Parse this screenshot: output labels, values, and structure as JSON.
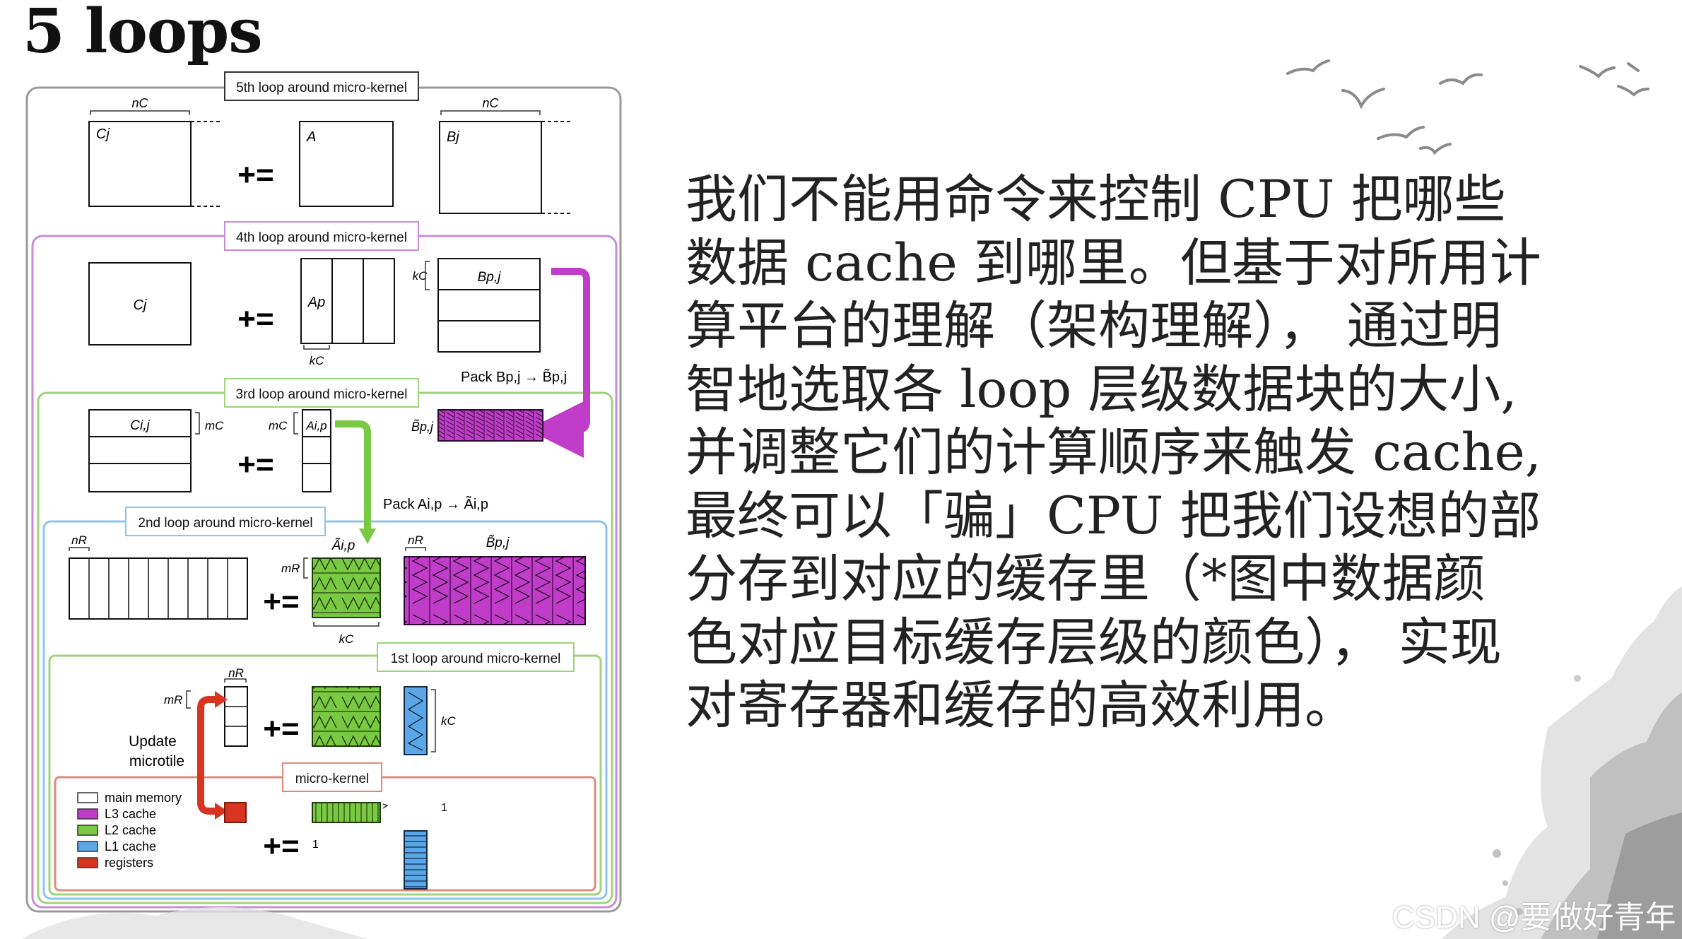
{
  "title": "5 loops",
  "paragraph_lines": [
    "我们不能用命令来控制 CPU 把哪些",
    "数据 cache 到哪里。但基于对所用计",
    "算平台的理解（架构理解）， 通过明",
    "智地选取各 loop 层级数据块的大小,",
    "并调整它们的计算顺序来触发 cache,",
    "最终可以「骗」CPU 把我们设想的部",
    "分存到对应的缓存里（*图中数据颜",
    "色对应目标缓存层级的颜色）， 实现",
    "对寄存器和缓存的高效利用。"
  ],
  "watermark": "CSDN @要做好青年",
  "diagram": {
    "loop5_label": "5th loop around micro-kernel",
    "loop4_label": "4th loop around micro-kernel",
    "loop3_label": "3rd loop around micro-kernel",
    "loop2_label": "2nd loop around micro-kernel",
    "loop1_label": "1st loop around micro-kernel",
    "microkernel_label": "micro-kernel",
    "plus_eq": "+=",
    "nc": "nC",
    "kc": "kC",
    "mc": "mC",
    "nr": "nR",
    "mr": "mR",
    "Cj": "Cj",
    "A": "A",
    "Bj": "Bj",
    "Ap": "Ap",
    "Bpj": "Bp,j",
    "Cij": "Ci,j",
    "Aip": "Ai,p",
    "Btilde": "B̃p,j",
    "Atilde": "Ãi,p",
    "pack_b": "Pack Bp,j → B̃p,j",
    "pack_a": "Pack Ai,p → Ãi,p",
    "update_line1": "Update",
    "update_line2": "microtile",
    "one": "1",
    "legend": [
      {
        "label": "main memory",
        "color": "#ffffff"
      },
      {
        "label": "L3 cache",
        "color": "#c13dc9"
      },
      {
        "label": "L2 cache",
        "color": "#7ac943"
      },
      {
        "label": "L1 cache",
        "color": "#5ba7e6"
      },
      {
        "label": "registers",
        "color": "#d9341f"
      }
    ],
    "colors": {
      "l3": "#c13dc9",
      "l2": "#7ac943",
      "l1": "#5ba7e6",
      "reg": "#d9341f",
      "loop5": "#9a9a9a",
      "loop4": "#c98cd6",
      "loop3": "#9fd37c",
      "loop2": "#8cc4ee",
      "loop1": "#9fd37c",
      "micro": "#e08a7a"
    }
  }
}
